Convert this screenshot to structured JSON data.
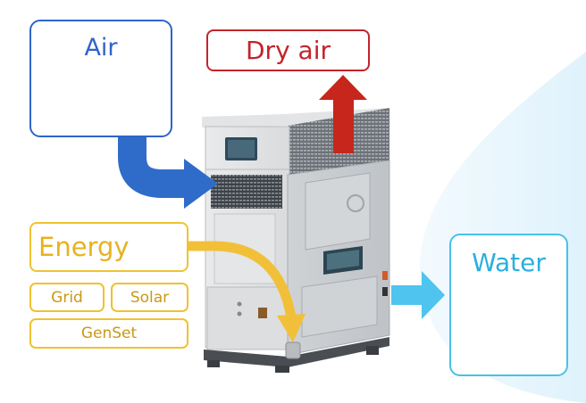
{
  "nodes": {
    "air": {
      "label": "Air",
      "color": "#2f64c8"
    },
    "dry_air": {
      "label": "Dry air",
      "color": "#c3242b"
    },
    "energy": {
      "label": "Energy",
      "color": "#efc230"
    },
    "grid": {
      "label": "Grid"
    },
    "solar": {
      "label": "Solar"
    },
    "genset": {
      "label": "GenSet"
    },
    "water": {
      "label": "Water",
      "color": "#49c1ea"
    }
  },
  "icons": {
    "air": "cloud-icon",
    "energy": "lightning-bolt-icon",
    "water": "water-glass-icon",
    "machine": "dehumidifier-unit"
  }
}
